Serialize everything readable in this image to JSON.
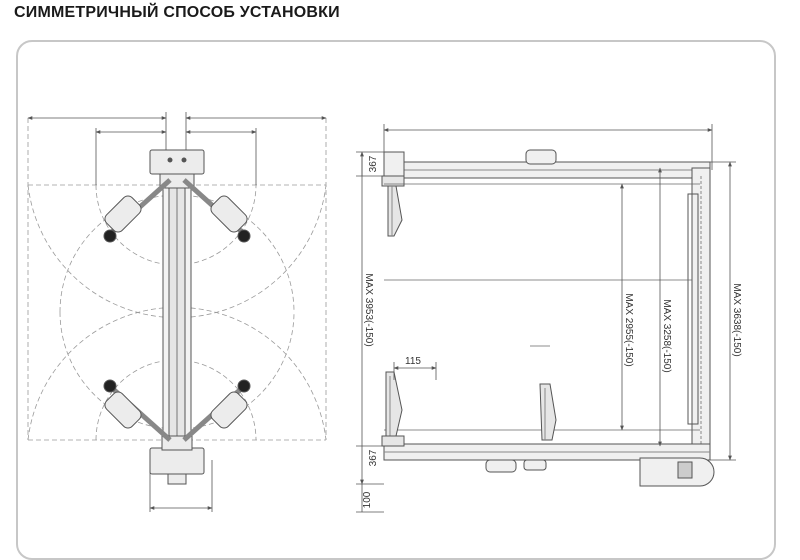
{
  "title": "СИММЕТРИЧНЫЙ СПОСОБ УСТАНОВКИ",
  "dimensions": {
    "top_offset": "367",
    "bottom_offset": "367",
    "bottom_extra": "100",
    "arm_offset": "115",
    "total_height": "MAX 3953(-150)",
    "inner_width": "MAX 2955(-150)",
    "rail_width": "MAX 3258(-150)",
    "overall_width": "MAX 3638(-150)"
  }
}
